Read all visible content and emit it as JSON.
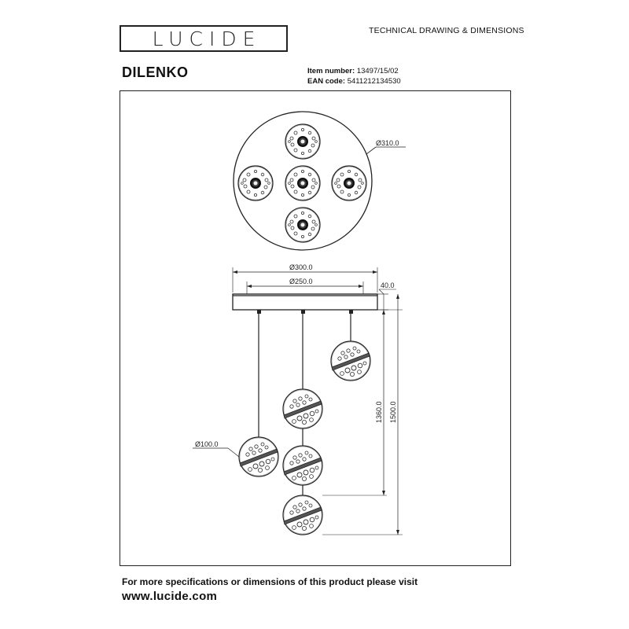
{
  "header": {
    "logo_text": "LUCIDE",
    "doc_type": "TECHNICAL DRAWING & DIMENSIONS"
  },
  "product": {
    "name": "DILENKO",
    "item_label": "Item number:",
    "item_number": "13497/15/02",
    "ean_label": "EAN code:",
    "ean_code": "5411212134530"
  },
  "dimensions": {
    "top_view_diameter": "Ø310.0",
    "canopy_diameter": "Ø300.0",
    "canopy_inner_diameter": "Ø250.0",
    "canopy_height": "40.0",
    "shade_diameter": "Ø100.0",
    "drop_min": "1360.0",
    "drop_max": "1500.0"
  },
  "footer": {
    "line1": "For more specifications or dimensions of this product please visit",
    "website": "www.lucide.com"
  }
}
